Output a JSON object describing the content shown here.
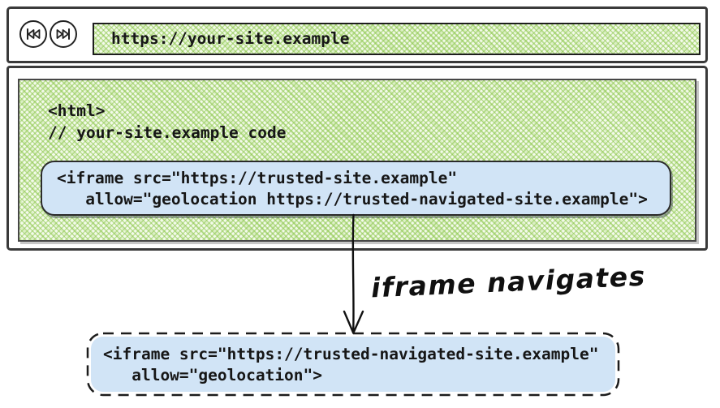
{
  "browser": {
    "nav": {
      "back_icon": "skip-back-icon",
      "forward_icon": "skip-forward-icon"
    },
    "url": "https://your-site.example",
    "page_code": "<html>\n// your-site.example code",
    "iframe_snippet": "<iframe src=\"https://trusted-site.example\"\n   allow=\"geolocation https://trusted-navigated-site.example\">"
  },
  "flow": {
    "arrow_label": "iframe navigates",
    "navigated_iframe_snippet": "<iframe src=\"https://trusted-navigated-site.example\"\n   allow=\"geolocation\">"
  },
  "colors": {
    "hatch_green": "#8bc64b",
    "hatch_base": "#f3faea",
    "code_box_blue": "#d1e4f6",
    "ink": "#161616",
    "frame_border": "#3a3a3a"
  }
}
